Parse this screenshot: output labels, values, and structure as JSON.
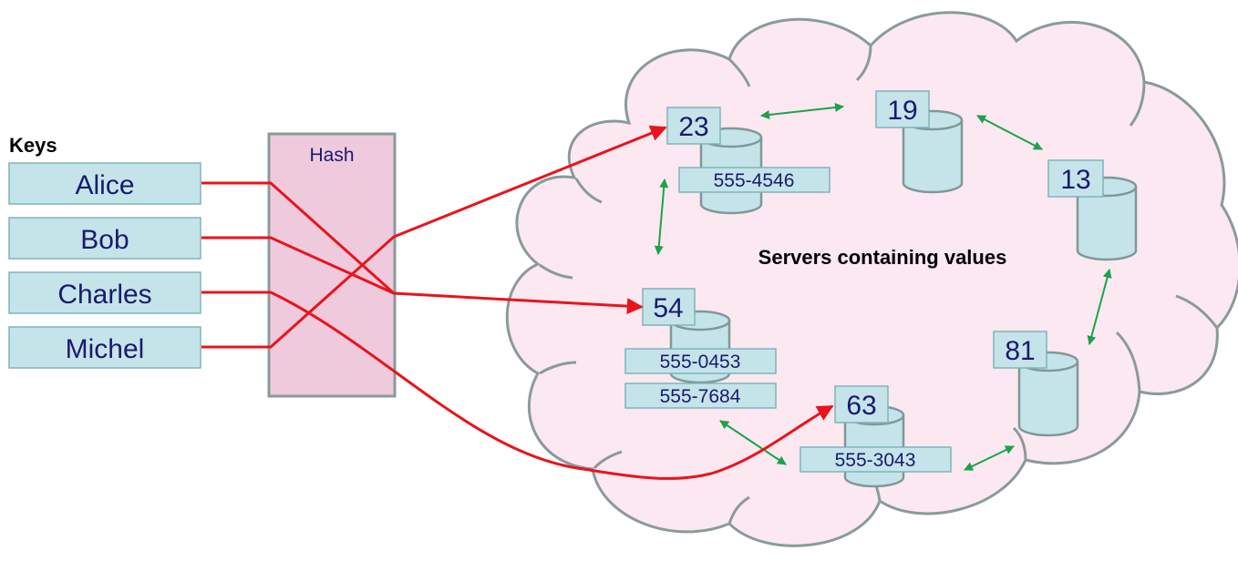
{
  "keys_heading": "Keys",
  "hash_label": "Hash",
  "cloud_label": "Servers containing values",
  "keys": [
    {
      "name": "Alice"
    },
    {
      "name": "Bob"
    },
    {
      "name": "Charles"
    },
    {
      "name": "Michel"
    }
  ],
  "servers": [
    {
      "id": "23",
      "values": [
        "555-4546"
      ]
    },
    {
      "id": "19",
      "values": []
    },
    {
      "id": "13",
      "values": []
    },
    {
      "id": "54",
      "values": [
        "555-0453",
        "555-7684"
      ]
    },
    {
      "id": "81",
      "values": []
    },
    {
      "id": "63",
      "values": [
        "555-3043"
      ]
    }
  ],
  "colors": {
    "key_box_fill": "#c5e4e9",
    "key_box_stroke": "#7fb3bc",
    "hash_fill": "#efcadd",
    "hash_stroke": "#8a9a9a",
    "cloud_fill": "#fbe8f1",
    "cloud_stroke": "#8a9a9a",
    "server_fill": "#c5e4e9",
    "server_stroke": "#7f9898",
    "mapping_arrow": "#e8141c",
    "ring_arrow": "#1ba34a"
  }
}
